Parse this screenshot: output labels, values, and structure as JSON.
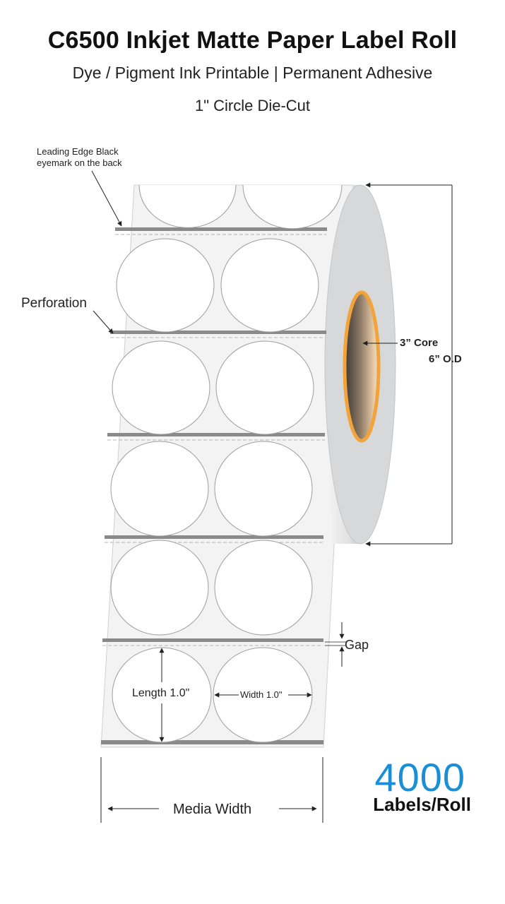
{
  "header": {
    "title": "C6500 Inkjet Matte Paper Label Roll",
    "subtitle": "Dye / Pigment Ink Printable | Permanent Adhesive",
    "die_cut": "1\" Circle Die-Cut"
  },
  "callouts": {
    "eyemark_line1": "Leading Edge Black",
    "eyemark_line2": "eyemark on the back",
    "perforation": "Perforation",
    "core": "3” Core",
    "outer_diameter": "6” O.D",
    "gap": "Gap",
    "length": "Length 1.0\"",
    "width": "Width 1.0\"",
    "media_width": "Media Width"
  },
  "spec": {
    "labels_per_roll": "4000",
    "unit": "Labels/Roll"
  },
  "colors": {
    "accent_blue": "#1a8fd6",
    "core_orange": "#f2a33a",
    "eyemark_bar": "#8a8a8a",
    "roll_face": "#d7d8da"
  }
}
